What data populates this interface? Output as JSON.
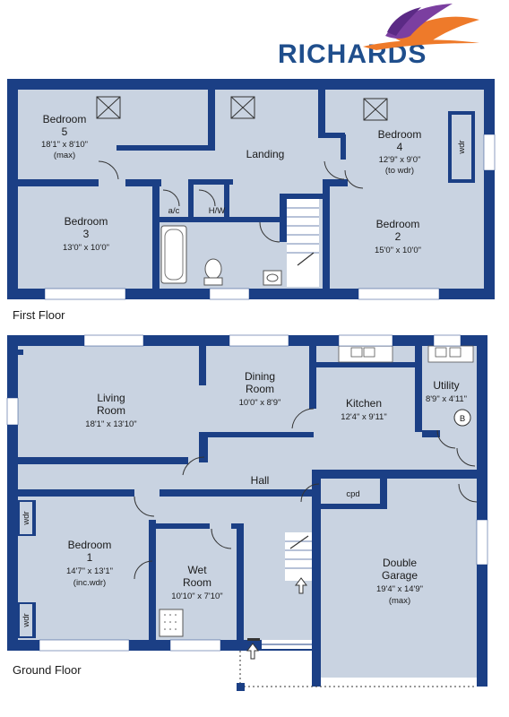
{
  "brand": {
    "name": "RICHARDS"
  },
  "colors": {
    "wall": "#1b3f85",
    "floor": "#c9d3e1",
    "window": "#ffffff",
    "accent_orange": "#ee7a2a",
    "accent_purple": "#7b3fa0"
  },
  "first_floor": {
    "label": "First Floor",
    "rooms": {
      "bedroom5": {
        "name1": "Bedroom",
        "name2": "5",
        "dims": "18'1\" x 8'10\"",
        "note": "(max)"
      },
      "landing": {
        "name1": "Landing"
      },
      "bedroom4": {
        "name1": "Bedroom",
        "name2": "4",
        "dims": "12'9\" x 9'0\"",
        "note": "(to wdr)"
      },
      "bedroom3": {
        "name1": "Bedroom",
        "name2": "3",
        "dims": "13'0\" x 10'0\""
      },
      "bedroom2": {
        "name1": "Bedroom",
        "name2": "2",
        "dims": "15'0\" x 10'0\""
      }
    },
    "cupboards": {
      "ac": "a/c",
      "hw": "H/W",
      "wdr": "wdr"
    }
  },
  "ground_floor": {
    "label": "Ground Floor",
    "rooms": {
      "living": {
        "name1": "Living",
        "name2": "Room",
        "dims": "18'1\" x 13'10\""
      },
      "dining": {
        "name1": "Dining",
        "name2": "Room",
        "dims": "10'0\" x 8'9\""
      },
      "kitchen": {
        "name1": "Kitchen",
        "dims": "12'4\" x 9'11\""
      },
      "utility": {
        "name1": "Utility",
        "dims": "8'9\" x 4'11\""
      },
      "hall": {
        "name1": "Hall"
      },
      "bedroom1": {
        "name1": "Bedroom",
        "name2": "1",
        "dims": "14'7\" x 13'1\"",
        "note": "(inc.wdr)"
      },
      "wetroom": {
        "name1": "Wet",
        "name2": "Room",
        "dims": "10'10\" x 7'10\""
      },
      "garage": {
        "name1": "Double",
        "name2": "Garage",
        "dims": "19'4\" x 14'9\"",
        "note": "(max)"
      }
    },
    "labels": {
      "cpd": "cpd",
      "wdr_top": "wdr",
      "wdr_bottom": "wdr",
      "boiler": "B"
    }
  }
}
